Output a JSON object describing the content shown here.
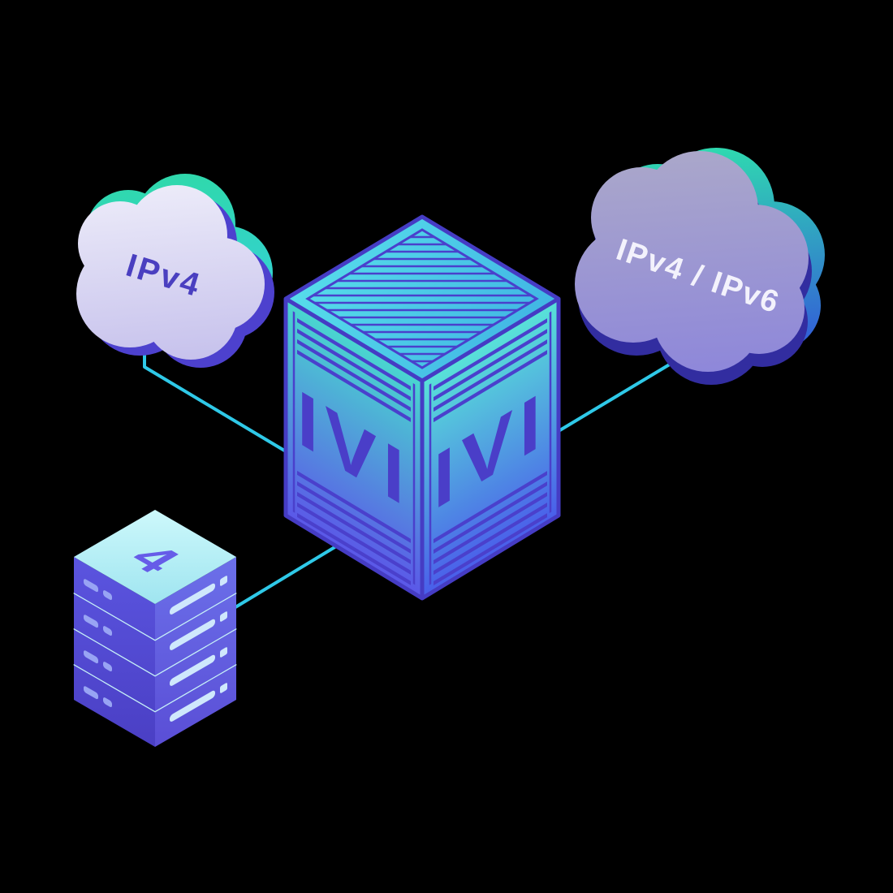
{
  "clouds": {
    "left": {
      "label": "IPv4"
    },
    "right": {
      "label": "IPv4 / IPv6"
    }
  },
  "cube": {
    "left_face_label": "IVI",
    "right_face_label": "IVI"
  },
  "rack": {
    "top_label": "4"
  },
  "colors": {
    "background": "#000000",
    "connector": "#2fc9e8",
    "teal_accent": "#2ed8b4",
    "indigo_edge": "#453cc4",
    "ivi_text": "#4a3ec8",
    "rack_label": "#665ce8",
    "cloud_label_left": "#4a3fc0",
    "cloud_label_right": "#f3f2fc",
    "left_cloud_body": "#d9d6f0",
    "right_cloud_body": "#938dd8",
    "cube_face_teal": "#52d8d4",
    "cube_face_blue": "#5257e6"
  }
}
